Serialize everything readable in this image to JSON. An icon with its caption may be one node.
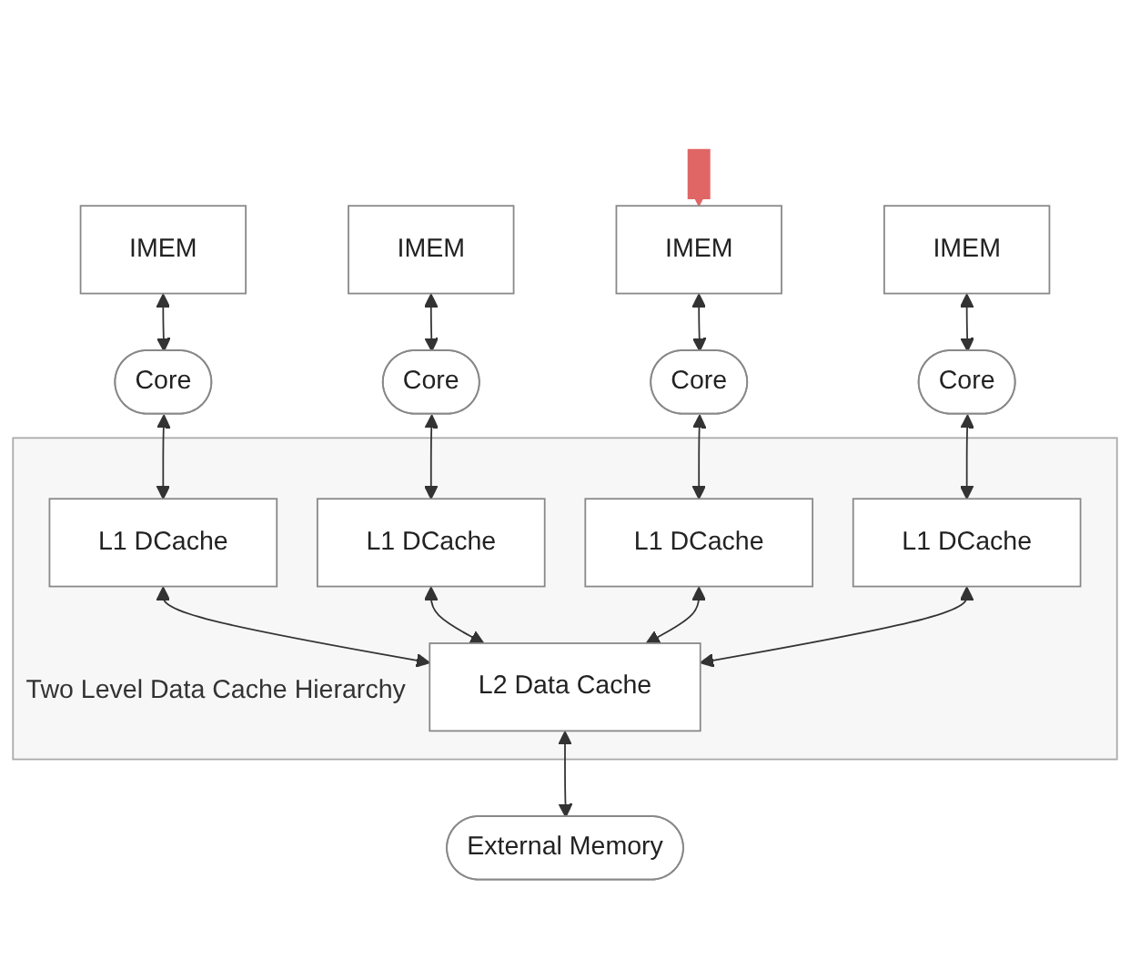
{
  "diagram": {
    "nodes": [
      {
        "text": [
          "IMEM"
        ]
      },
      {
        "text": [
          "IMEM"
        ]
      },
      {
        "text": [
          "IMEM"
        ]
      },
      {
        "text": [
          "IMEM"
        ]
      },
      {
        "text": [
          "Core"
        ]
      },
      {
        "text": [
          "Core"
        ]
      },
      {
        "text": [
          "Core"
        ]
      },
      {
        "text": [
          "Core"
        ]
      },
      {
        "text": [
          "Two Level Data Cache Hierarchy"
        ]
      },
      {
        "text": [
          "L1 DCache"
        ],
        "in": 8
      },
      {
        "text": [
          "L1 DCache"
        ],
        "in": 8
      },
      {
        "text": [
          "L1 DCache"
        ],
        "in": 8
      },
      {
        "text": [
          "L1 DCache"
        ],
        "in": 8
      },
      {
        "text": [
          "L2 Data Cache"
        ],
        "in": 8
      },
      {
        "text": [
          "External Memory"
        ]
      }
    ],
    "edges": [
      {
        "from": null,
        "to": 2,
        "arrow": "to",
        "style": "thick",
        "color": "#e06666"
      },
      {
        "from": 0,
        "to": 4,
        "arrow": "both"
      },
      {
        "from": 1,
        "to": 5,
        "arrow": "both"
      },
      {
        "from": 2,
        "to": 6,
        "arrow": "both"
      },
      {
        "from": 3,
        "to": 7,
        "arrow": "both"
      },
      {
        "from": 4,
        "to": 9,
        "arrow": "both"
      },
      {
        "from": 5,
        "to": 10,
        "arrow": "both"
      },
      {
        "from": 6,
        "to": 11,
        "arrow": "both"
      },
      {
        "from": 7,
        "to": 12,
        "arrow": "both"
      },
      {
        "from": 9,
        "to": 13,
        "arrow": "both"
      },
      {
        "from": 10,
        "to": 13,
        "arrow": "both"
      },
      {
        "from": 11,
        "to": 13,
        "arrow": "both"
      },
      {
        "from": 12,
        "to": 13,
        "arrow": "both"
      },
      {
        "from": 13,
        "to": 14,
        "arrow": "both"
      }
    ]
  }
}
